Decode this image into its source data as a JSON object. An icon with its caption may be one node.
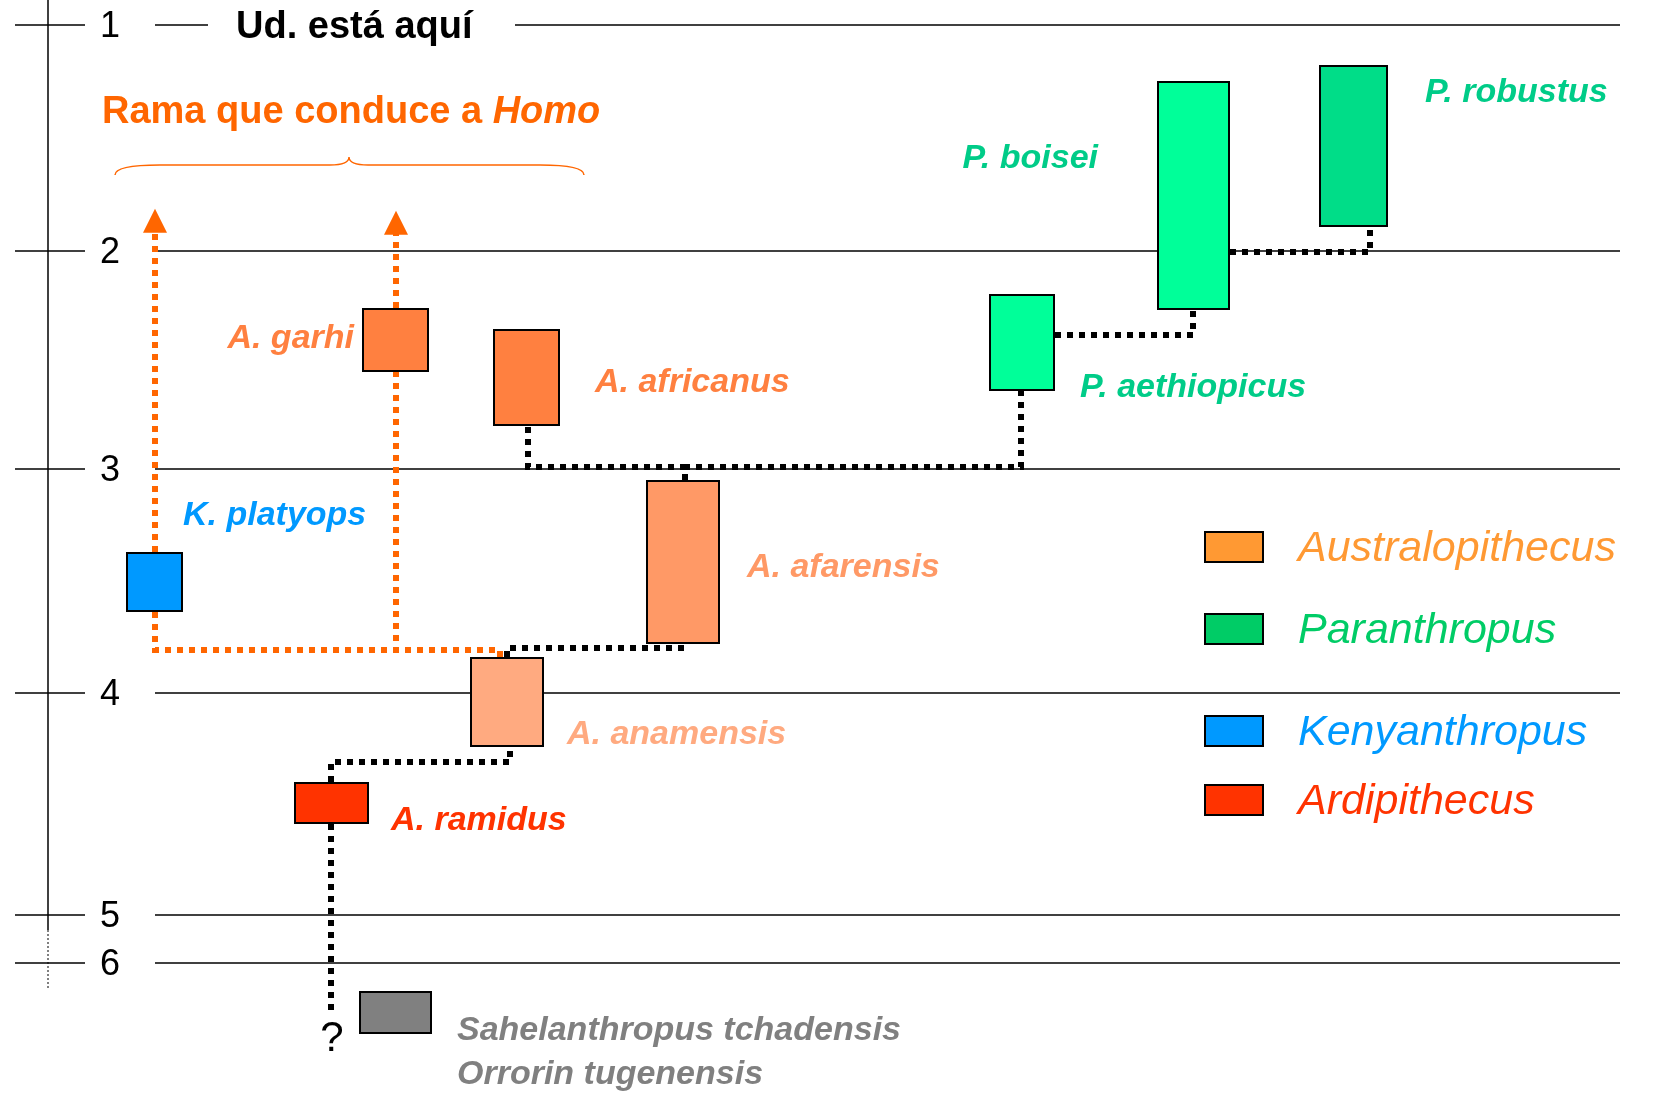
{
  "diagram": {
    "nodes": [
      {
        "text": [],
        "shape": "bar",
        "beside": [
          "K. platyops"
        ]
      },
      {
        "text": [],
        "shape": "bar",
        "beside": [
          "A. garhi"
        ]
      },
      {
        "text": [],
        "shape": "bar",
        "beside": [
          "A. africanus"
        ]
      },
      {
        "text": [],
        "shape": "bar",
        "beside": [
          "A. afarensis"
        ]
      },
      {
        "text": [],
        "shape": "bar",
        "beside": [
          "A. anamensis"
        ]
      },
      {
        "text": [],
        "shape": "bar",
        "beside": [
          "A. ramidus"
        ]
      },
      {
        "text": [],
        "shape": "bar",
        "beside": [
          "Sahelanthropus tchadensis",
          "Orrorin tugenensis"
        ]
      },
      {
        "text": [],
        "shape": "bar",
        "beside": [
          "P. aethiopicus"
        ]
      },
      {
        "text": [],
        "shape": "bar",
        "beside": [
          "P. boisei"
        ]
      },
      {
        "text": [],
        "shape": "bar",
        "beside": [
          "P. robustus"
        ]
      },
      {
        "text": [
          "?"
        ]
      }
    ],
    "edges": [
      {
        "from": 5,
        "to": 4,
        "arrow": "none",
        "style": "dashed"
      },
      {
        "from": 4,
        "to": 3,
        "arrow": "none",
        "style": "dashed"
      },
      {
        "from": 3,
        "to": 2,
        "arrow": "none",
        "style": "dashed"
      },
      {
        "from": 3,
        "to": 7,
        "arrow": "none",
        "style": "dashed"
      },
      {
        "from": 7,
        "to": 8,
        "arrow": "none",
        "style": "dashed"
      },
      {
        "from": 8,
        "to": 9,
        "arrow": "none",
        "style": "dashed"
      },
      {
        "from": 5,
        "to": 10,
        "arrow": "none",
        "style": "dashed"
      },
      {
        "from": 4,
        "to": 0,
        "arrow": "none",
        "style": "dashed",
        "color": "#ff6600"
      },
      {
        "from": 0,
        "to": null,
        "arrow": "to",
        "style": "dashed",
        "color": "#ff6600"
      },
      {
        "from": 4,
        "to": 1,
        "arrow": "none",
        "style": "dashed",
        "color": "#ff6600"
      },
      {
        "from": 1,
        "to": null,
        "arrow": "to",
        "style": "dashed",
        "color": "#ff6600"
      }
    ],
    "labels": [
      "1",
      "Ud. está aquí",
      "Rama que conduce a *Homo*",
      "2",
      "3",
      "4",
      "5",
      "6"
    ],
    "legend": [
      {
        "text": "Australopithecus",
        "color": "#ff9933"
      },
      {
        "text": "Paranthropus",
        "color": "#00cc66"
      },
      {
        "text": "Kenyanthropus",
        "color": "#0099ff"
      },
      {
        "text": "Ardipithecus",
        "color": "#ff3300"
      }
    ]
  }
}
